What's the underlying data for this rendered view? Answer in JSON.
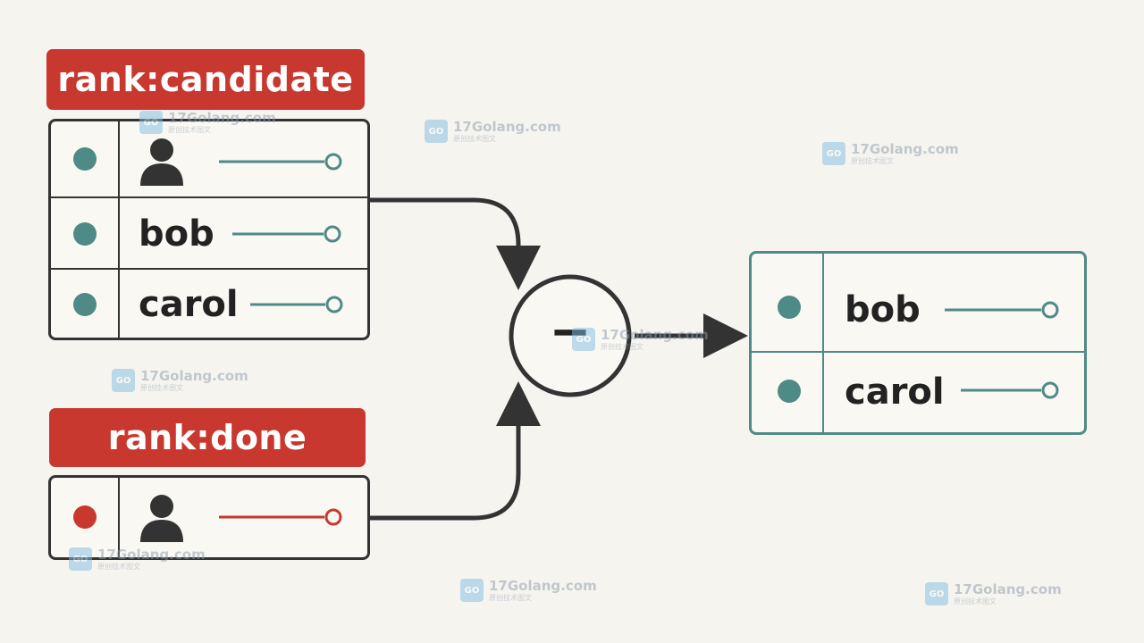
{
  "diagram": {
    "candidate_set": {
      "label": "rank:candidate",
      "members": [
        "",
        "bob",
        "carol"
      ],
      "member_kinds": [
        "user-icon",
        "text",
        "text"
      ]
    },
    "done_set": {
      "label": "rank:done",
      "members": [
        ""
      ],
      "member_kinds": [
        "user-icon"
      ]
    },
    "operator": {
      "symbol": "−",
      "meaning": "difference"
    },
    "result_set": {
      "members": [
        "bob",
        "carol"
      ]
    }
  },
  "colors": {
    "accent_red": "#c8382f",
    "teal": "#4e8a86",
    "ink": "#333333",
    "background": "#f6f4ef"
  },
  "watermark": {
    "text": "17Golang.com",
    "subtext": "原创技术图文",
    "logo_text": "GO"
  }
}
